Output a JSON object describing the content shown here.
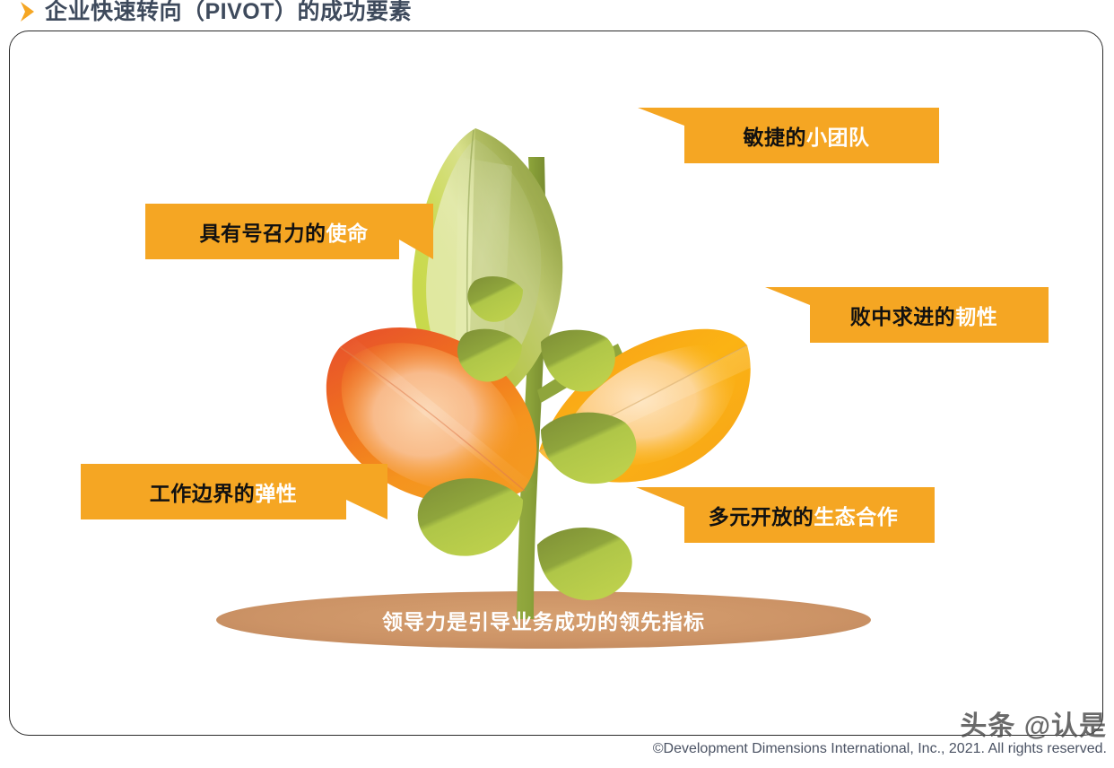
{
  "slide": {
    "title": "企业快速转向（PIVOT）的成功要素",
    "chevron_icon": "chevron-right-icon",
    "accent_color": "#F5A623",
    "title_color": "#3E4A5C",
    "card_border_color": "#2B2B2B"
  },
  "callouts": [
    {
      "id": "agile-team",
      "text_dark": "敏捷的",
      "text_light": "小团队",
      "notch": "top-left",
      "color": "#F5A623"
    },
    {
      "id": "mission",
      "text_dark": "具有号召力的",
      "text_light": "使命",
      "notch": "bottom-right",
      "color": "#F5A623"
    },
    {
      "id": "resilience",
      "text_dark": "败中求进的",
      "text_light": "韧性",
      "notch": "top-left",
      "color": "#F5A623"
    },
    {
      "id": "flexibility",
      "text_dark": "工作边界的",
      "text_light": "弹性",
      "notch": "bottom-right",
      "color": "#F5A623"
    },
    {
      "id": "ecosystem",
      "text_dark": "多元开放的",
      "text_light": "生态合作",
      "notch": "top-left",
      "color": "#F5A623"
    }
  ],
  "soil": {
    "label": "领导力是引导业务成功的领先指标",
    "fill_color": "#CC9366",
    "text_color": "#FFFFFF"
  },
  "plant": {
    "stem_color": "#8CA33A",
    "leaf_green_light": "#C2D442",
    "leaf_green_dark": "#8A9A3C",
    "leaf_orange": "#F5941E",
    "leaf_orange_red": "#E8542A",
    "leaf_yellow": "#FBB314",
    "leaf_peach": "#FBCFA2",
    "leaves": [
      {
        "name": "top-green-leaf",
        "color": "#C2D442"
      },
      {
        "name": "right-yellow-leaf",
        "color": "#FBB314"
      },
      {
        "name": "left-orange-leaf",
        "color": "#F5941E"
      },
      {
        "name": "stem-leaflet-1",
        "color": "#9FB63F"
      },
      {
        "name": "stem-leaflet-2",
        "color": "#9FB63F"
      },
      {
        "name": "stem-leaflet-3",
        "color": "#9FB63F"
      },
      {
        "name": "stem-leaflet-4",
        "color": "#9FB63F"
      },
      {
        "name": "stem-leaflet-5",
        "color": "#9FB63F"
      }
    ]
  },
  "watermark": {
    "text": "头条 @认是"
  },
  "footer": {
    "copyright": "©Development Dimensions International, Inc., 2021. All rights reserved."
  }
}
